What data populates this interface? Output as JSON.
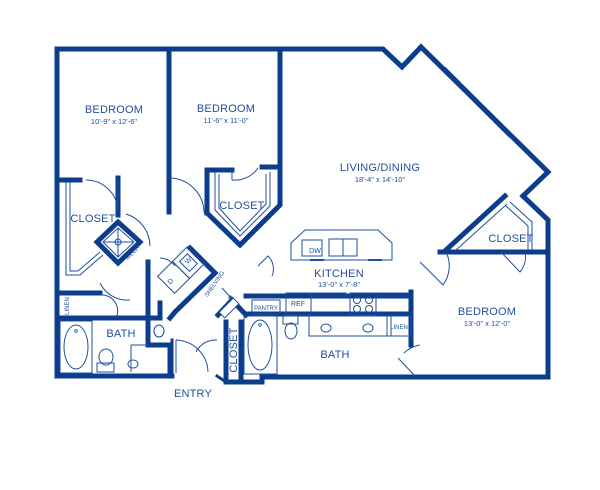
{
  "colors": {
    "wall": "#0b3d8c",
    "text": "#1f4f9e",
    "window": "#b9cbe6",
    "background": "#ffffff"
  },
  "rooms": {
    "bedroom1": {
      "name": "BEDROOM",
      "dims": "10'-9\" x 12'-6\""
    },
    "bedroom2": {
      "name": "BEDROOM",
      "dims": "11'-6\" x 11'-0\""
    },
    "living": {
      "name": "LIVING/DINING",
      "dims": "18'-4\" x 14'-10\""
    },
    "kitchen": {
      "name": "KITCHEN",
      "dims": "13'-0\" x 7'-8\""
    },
    "bedroom3": {
      "name": "BEDROOM",
      "dims": "13'-0\" x 12'-0\""
    },
    "bath1": {
      "name": "BATH"
    },
    "bath2": {
      "name": "BATH"
    },
    "closet1": {
      "name": "CLOSET"
    },
    "closet2": {
      "name": "CLOSET"
    },
    "closet3": {
      "name": "CLOSET"
    },
    "closet_entry": {
      "name": "CLOSET"
    }
  },
  "fixtures": {
    "dw": "DW",
    "ref": "REF",
    "pantry": "PANTRY",
    "linen1": "LINEN",
    "linen2": "LINEN",
    "mech": "MECH",
    "washer": "W",
    "dryer": "D",
    "shelving": "SHELVING"
  },
  "entry": {
    "label": "ENTRY"
  }
}
